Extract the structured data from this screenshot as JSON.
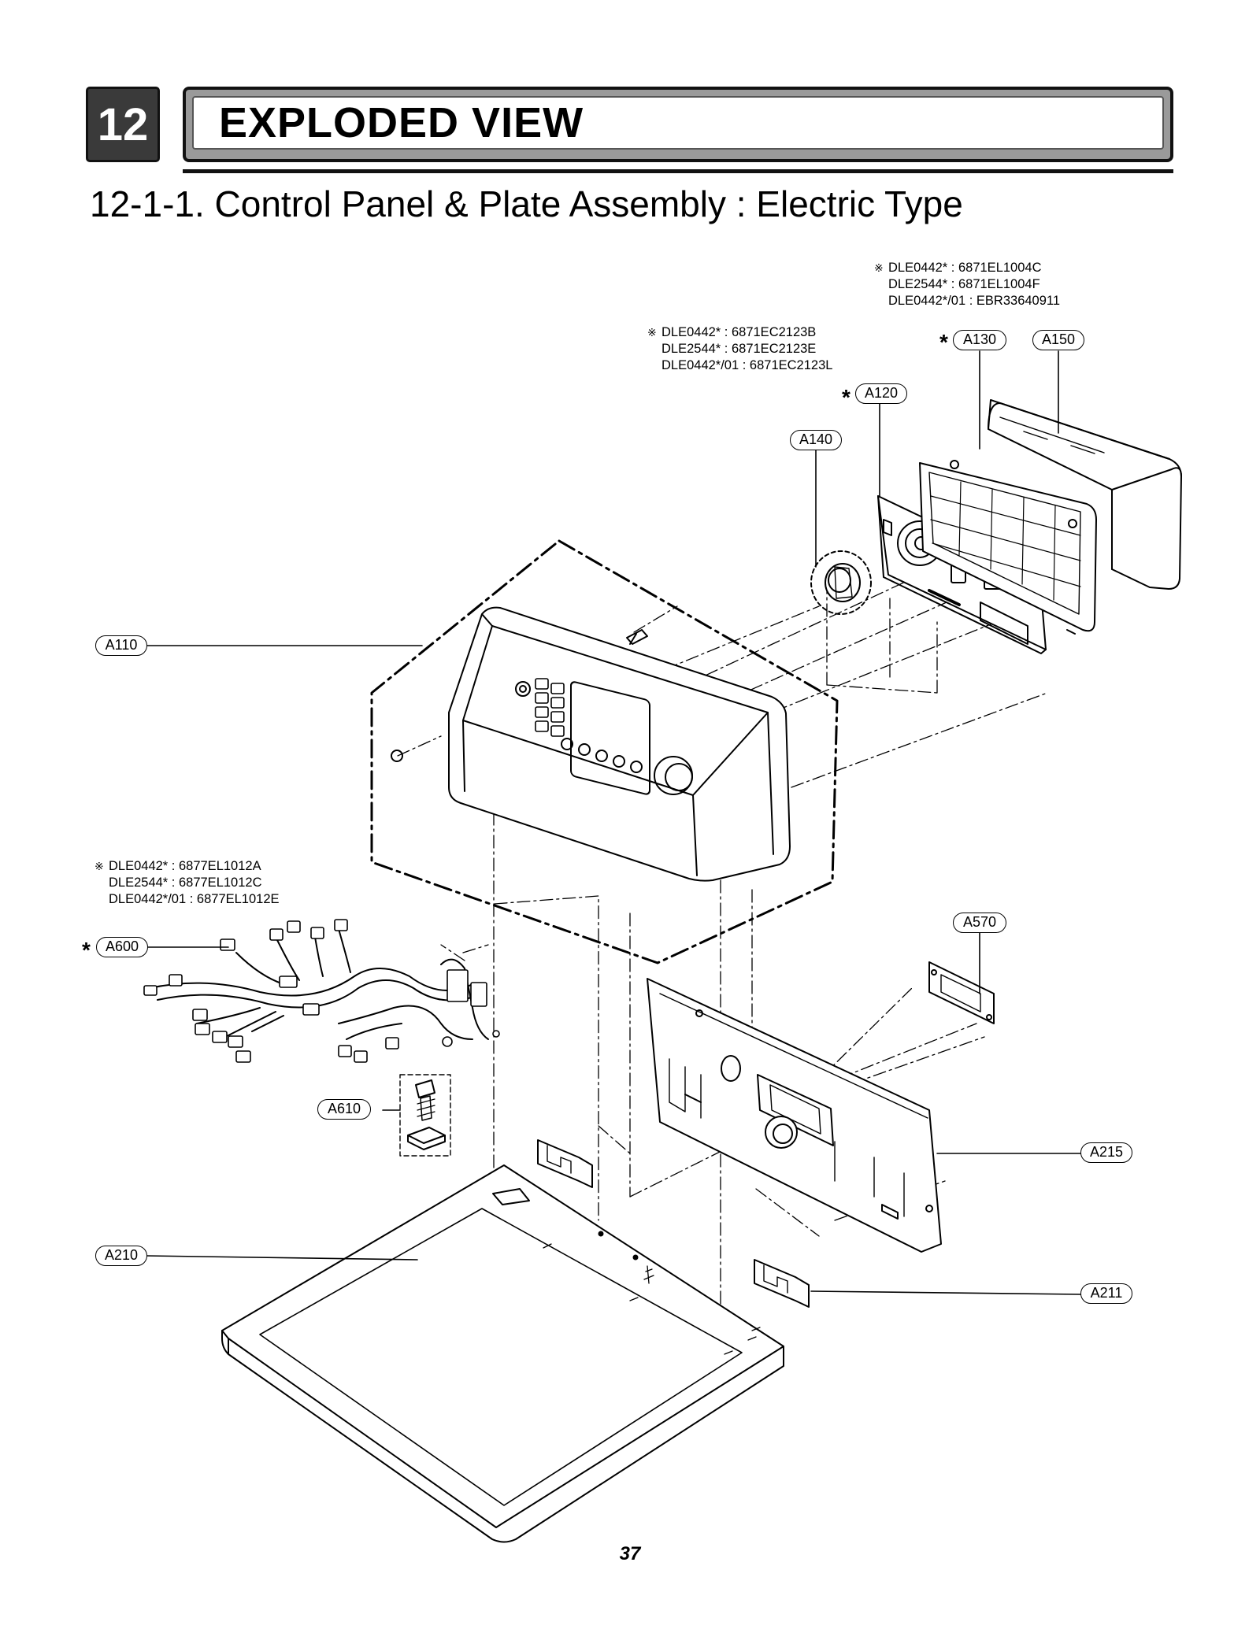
{
  "header": {
    "section_number": "12",
    "title": "EXPLODED VIEW",
    "subtitle": "12-1-1. Control Panel & Plate Assembly : Electric Type"
  },
  "notes": [
    {
      "marker": "※",
      "lines": [
        "DLE0442* : 6871EL1004C",
        "DLE2544* : 6871EL1004F",
        "DLE0442*/01 : EBR33640911"
      ]
    },
    {
      "marker": "※",
      "lines": [
        "DLE0442* : 6871EC2123B",
        "DLE2544* : 6871EC2123E",
        "DLE0442*/01 : 6871EC2123L"
      ]
    },
    {
      "marker": "※",
      "lines": [
        "DLE0442* : 6877EL1012A",
        "DLE2544* : 6877EL1012C",
        "DLE0442*/01 : 6877EL1012E"
      ]
    }
  ],
  "callouts": [
    {
      "label": "A130",
      "star": "*"
    },
    {
      "label": "A150",
      "star": ""
    },
    {
      "label": "A120",
      "star": "*"
    },
    {
      "label": "A140",
      "star": ""
    },
    {
      "label": "A110",
      "star": ""
    },
    {
      "label": "A600",
      "star": "*"
    },
    {
      "label": "A570",
      "star": ""
    },
    {
      "label": "A610",
      "star": ""
    },
    {
      "label": "A215",
      "star": ""
    },
    {
      "label": "A210",
      "star": ""
    },
    {
      "label": "A211",
      "star": ""
    }
  ],
  "footer": {
    "page_number": "37"
  }
}
